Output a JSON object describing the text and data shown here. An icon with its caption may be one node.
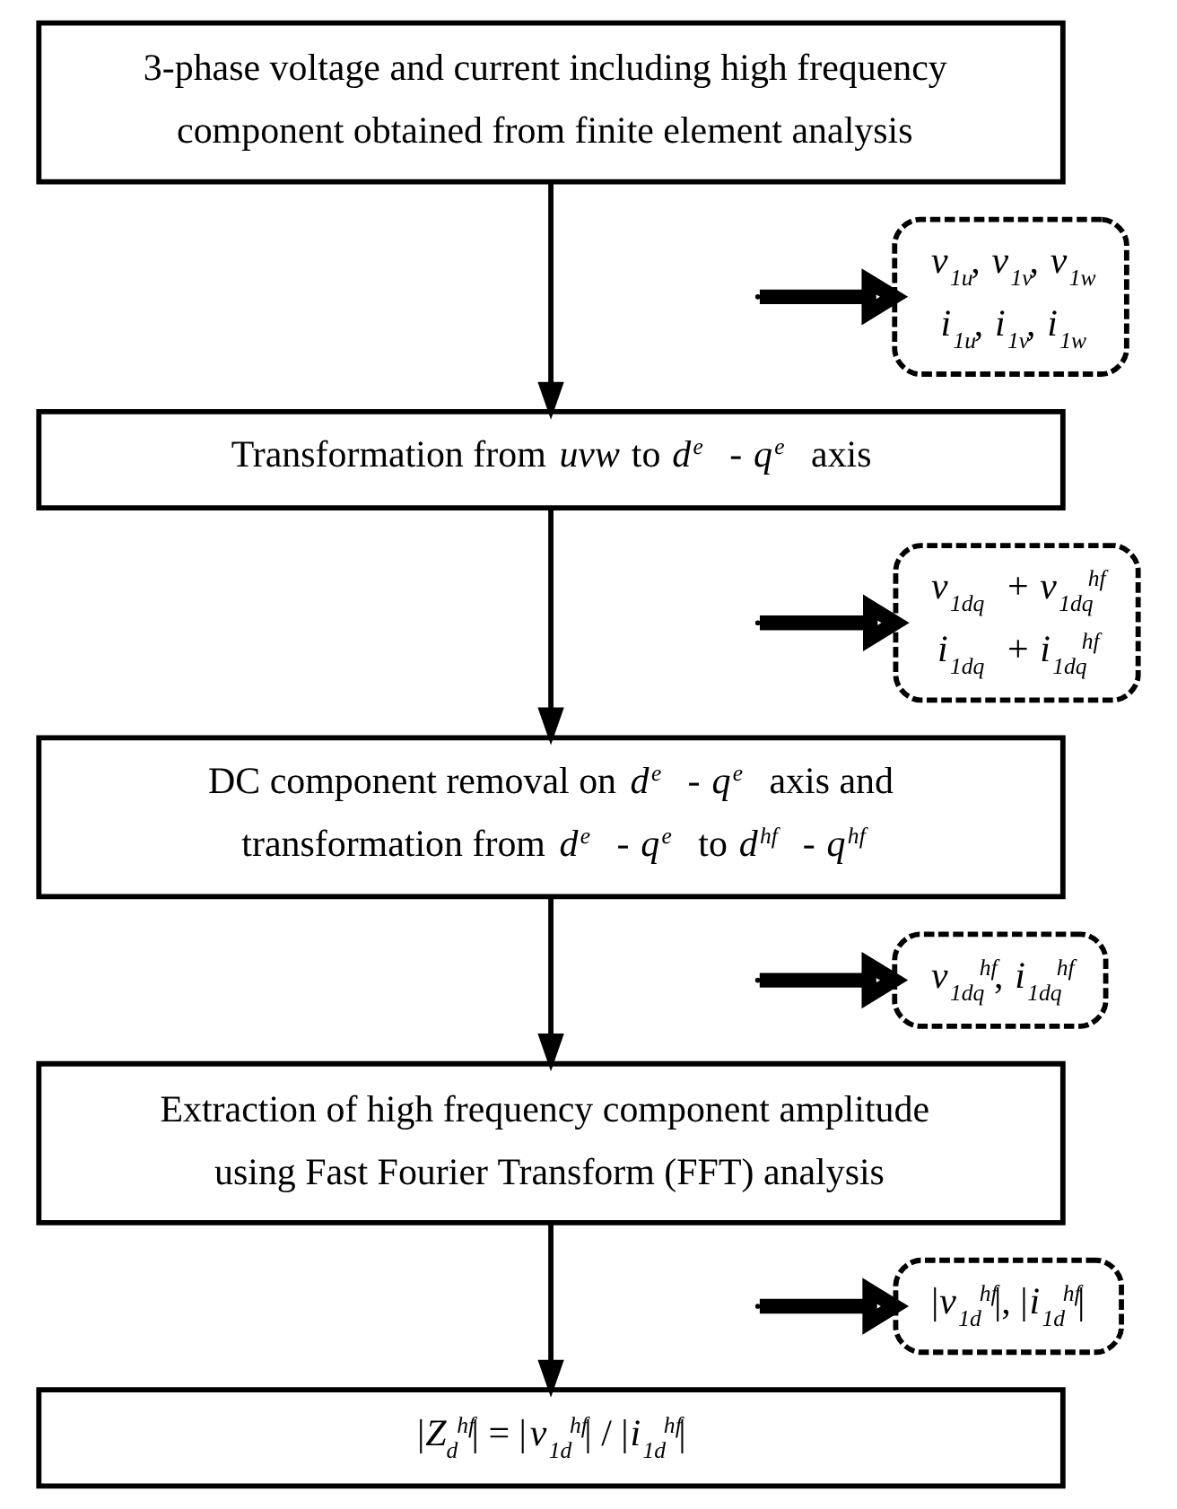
{
  "diagram": {
    "nodes": [
      {
        "text": [
          "3-phase voltage and current including high frequency component obtained from finite element analysis"
        ]
      },
      {
        "text": [
          "Transformation from *uvw* to *d*$^{e}$ - *q*$^{e}$ axis"
        ]
      },
      {
        "text": [
          "DC component removal on *d*$^{e}$ - *q*$^{e}$ axis and transformation from *d*$^{e}$ - *q*$^{e}$ to *d*$^{hf}$ - *q*$^{hf}$"
        ]
      },
      {
        "text": [
          "Extraction of high frequency component amplitude using Fast Fourier Transform (FFT) analysis"
        ]
      },
      {
        "text": [
          "|*Z*$_{d}$$^{hf}$| = |*v*$_{1d}$$^{hf}$| / |*i*$_{1d}$$^{hf}$|"
        ]
      },
      {
        "text": [
          "*v*$_{1u}$, *v*$_{1v}$, *v*$_{1w}$",
          "*i*$_{1u}$, *i*$_{1v}$, *i*$_{1w}$"
        ]
      },
      {
        "text": [
          "*v*$_{1dq}$ + *v*$_{1dq}$$^{hf}$",
          "*i*$_{1dq}$ + *i*$_{1dq}$$^{hf}$"
        ]
      },
      {
        "text": [
          "*v*$_{1dq}$$^{hf}$, *i*$_{1dq}$$^{hf}$"
        ]
      },
      {
        "text": [
          "|*v*$_{1d}$$^{hf}$|, |*i*$_{1d}$$^{hf}$|"
        ]
      }
    ],
    "edges": [
      {
        "from": 0,
        "to": 1,
        "arrow": "to"
      },
      {
        "from": 1,
        "to": 2,
        "arrow": "to"
      },
      {
        "from": 2,
        "to": 3,
        "arrow": "to"
      },
      {
        "from": 3,
        "to": 4,
        "arrow": "to"
      },
      {
        "from": null,
        "to": 5,
        "arrow": "to",
        "style": "thick"
      },
      {
        "from": null,
        "to": 6,
        "arrow": "to",
        "style": "thick"
      },
      {
        "from": null,
        "to": 7,
        "arrow": "to",
        "style": "thick"
      },
      {
        "from": null,
        "to": 8,
        "arrow": "to",
        "style": "thick"
      }
    ]
  }
}
